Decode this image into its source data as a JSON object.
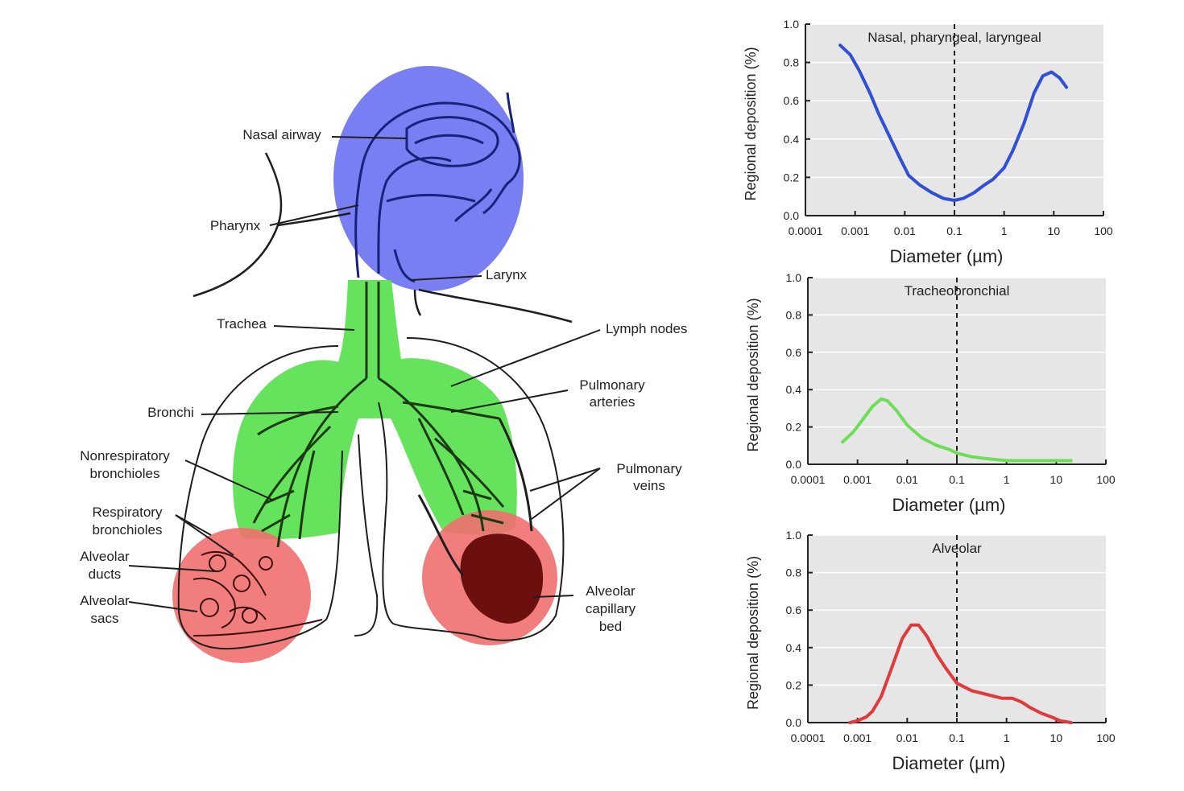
{
  "colors": {
    "upper_region": "#6f73f2",
    "conducting_region": "#55e04a",
    "alveolar_region": "#f06f6f",
    "outline": "#1e1e1e",
    "airway_dark": "#16237a",
    "capillary_bed": "#6b0f0f"
  },
  "anatomy_labels": {
    "nasal_airway": "Nasal airway",
    "pharynx": "Pharynx",
    "larynx": "Larynx",
    "trachea": "Trachea",
    "lymph_nodes": "Lymph nodes",
    "pulmonary_arteries": [
      "Pulmonary",
      "arteries"
    ],
    "bronchi": "Bronchi",
    "nonrespiratory_bronchioles": [
      "Nonrespiratory",
      "bronchioles"
    ],
    "pulmonary_veins": [
      "Pulmonary",
      "veins"
    ],
    "respiratory_bronchioles": [
      "Respiratory",
      "bronchioles"
    ],
    "alveolar_ducts": [
      "Alveolar",
      "ducts"
    ],
    "alveolar_sacs": [
      "Alveolar",
      "sacs"
    ],
    "alveolar_capillary_bed": [
      "Alveolar",
      "capillary",
      "bed"
    ]
  },
  "chart_data": [
    {
      "type": "line",
      "title": "Nasal, pharyngeal, laryngeal",
      "xlabel": "Diameter (µm)",
      "ylabel": "Regional deposition (%)",
      "x_scale": "log",
      "xlim": [
        0.0001,
        100
      ],
      "ylim": [
        0,
        1.0
      ],
      "xticks": [
        "0.0001",
        "0.001",
        "0.01",
        "0.1",
        "1",
        "10",
        "100"
      ],
      "yticks": [
        "0.0",
        "0.2",
        "0.4",
        "0.6",
        "0.8",
        "1.0"
      ],
      "reference_line_x": 0.1,
      "color": "#2f4fd6",
      "series": [
        {
          "x": [
            0.0005,
            0.0008,
            0.0012,
            0.002,
            0.003,
            0.005,
            0.008,
            0.012,
            0.02,
            0.035,
            0.06,
            0.1,
            0.15,
            0.25,
            0.4,
            0.6,
            1,
            1.5,
            2.5,
            4,
            6,
            9,
            13,
            18
          ],
          "y": [
            0.89,
            0.84,
            0.76,
            0.64,
            0.53,
            0.41,
            0.3,
            0.21,
            0.16,
            0.12,
            0.09,
            0.08,
            0.09,
            0.12,
            0.16,
            0.19,
            0.25,
            0.34,
            0.48,
            0.64,
            0.73,
            0.75,
            0.72,
            0.67
          ]
        }
      ]
    },
    {
      "type": "line",
      "title": "Tracheobronchial",
      "xlabel": "Diameter (µm)",
      "ylabel": "Regional deposition (%)",
      "x_scale": "log",
      "xlim": [
        0.0001,
        100
      ],
      "ylim": [
        0,
        1.0
      ],
      "xticks": [
        "0.0001",
        "0.001",
        "0.01",
        "0.1",
        "1",
        "10",
        "100"
      ],
      "yticks": [
        "0.0",
        "0.2",
        "0.4",
        "0.6",
        "0.8",
        "1.0"
      ],
      "reference_line_x": 0.1,
      "color": "#6fdc5a",
      "series": [
        {
          "x": [
            0.0005,
            0.0008,
            0.0012,
            0.002,
            0.003,
            0.004,
            0.006,
            0.01,
            0.02,
            0.04,
            0.07,
            0.1,
            0.2,
            0.4,
            1,
            3,
            10,
            20
          ],
          "y": [
            0.12,
            0.17,
            0.23,
            0.31,
            0.35,
            0.34,
            0.29,
            0.21,
            0.14,
            0.1,
            0.08,
            0.06,
            0.04,
            0.03,
            0.02,
            0.02,
            0.02,
            0.02
          ]
        }
      ]
    },
    {
      "type": "line",
      "title": "Alveolar",
      "xlabel": "Diameter (µm)",
      "ylabel": "Regional deposition (%)",
      "x_scale": "log",
      "xlim": [
        0.0001,
        100
      ],
      "ylim": [
        0,
        1.0
      ],
      "xticks": [
        "0.0001",
        "0.001",
        "0.01",
        "0.1",
        "1",
        "10",
        "100"
      ],
      "yticks": [
        "0.0",
        "0.2",
        "0.4",
        "0.6",
        "0.8",
        "1.0"
      ],
      "reference_line_x": 0.1,
      "color": "#e03a3a",
      "series": [
        {
          "x": [
            0.0007,
            0.001,
            0.0015,
            0.002,
            0.003,
            0.005,
            0.008,
            0.012,
            0.017,
            0.025,
            0.04,
            0.06,
            0.1,
            0.2,
            0.4,
            0.8,
            1.3,
            2,
            3,
            5,
            8,
            12,
            20
          ],
          "y": [
            0.0,
            0.01,
            0.03,
            0.06,
            0.14,
            0.3,
            0.45,
            0.52,
            0.52,
            0.46,
            0.36,
            0.29,
            0.21,
            0.17,
            0.15,
            0.13,
            0.13,
            0.11,
            0.08,
            0.05,
            0.03,
            0.01,
            0.0
          ]
        }
      ]
    }
  ]
}
